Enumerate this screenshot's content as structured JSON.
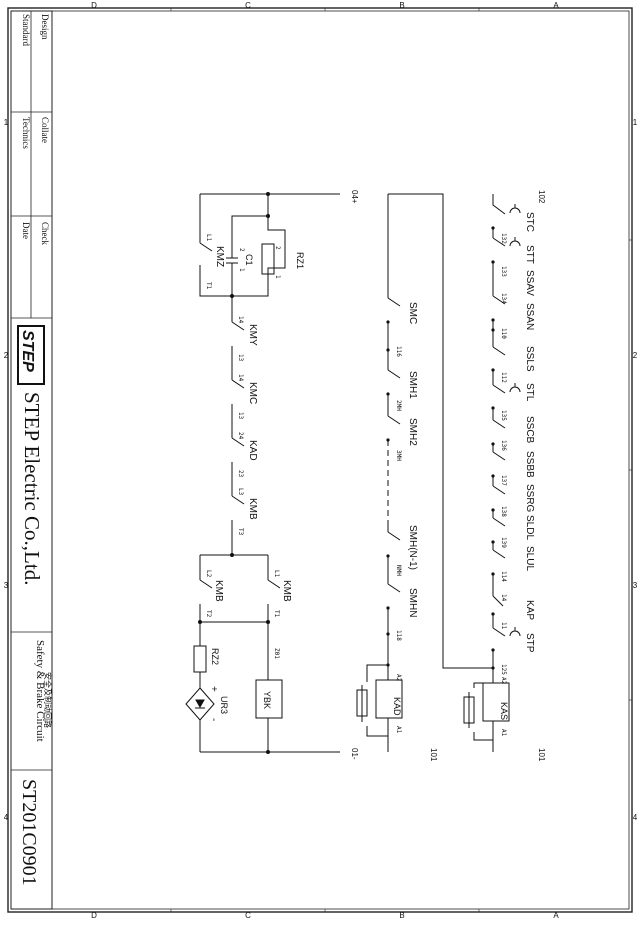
{
  "title_block": {
    "company": "STEP Electric Co.,Ltd.",
    "logo_text": "STEP",
    "drawing_title_en": "Safety & Brake Circuit",
    "drawing_title_cn": "安全及制动回路",
    "drawing_number": "ST201C0901",
    "fields": [
      "Design",
      "Standard",
      "Collate",
      "Technics",
      "Check",
      "Date"
    ]
  },
  "grid": {
    "rows": [
      "D",
      "C",
      "B",
      "A"
    ],
    "cols": [
      "1",
      "2",
      "3",
      "4"
    ]
  },
  "wires": {
    "w102": "102",
    "w101": "101",
    "w04": "04+",
    "w01": "01-",
    "w101b": "101"
  },
  "safety_chain": {
    "elements": [
      "STC",
      "STT",
      "SSAV",
      "SSAN",
      "SSLS",
      "STL",
      "SSCB",
      "SSBB",
      "SSRG",
      "SLDL",
      "SLUL",
      "KAP",
      "STP"
    ],
    "nodes": [
      "132",
      "133",
      "134",
      "110",
      "112",
      "135",
      "136",
      "137",
      "138",
      "139",
      "114",
      "14",
      "11",
      "125",
      "A2",
      "A1"
    ],
    "coil": "KAS"
  },
  "door_chain": {
    "elements": [
      "SMC",
      "SMH1",
      "SMH2",
      "SMH(N-1)",
      "SMHN"
    ],
    "nodes": [
      "116",
      "2MH",
      "3MH",
      "NMH",
      "118",
      "A2",
      "A1"
    ],
    "coil": "KAD"
  },
  "brake_circuit": {
    "contacts": [
      "KMZ",
      "KMY",
      "KMC",
      "KAD",
      "KMB",
      "KMB",
      "KMB"
    ],
    "terminals": [
      "L1",
      "T1",
      "14",
      "13",
      "24",
      "23",
      "L3",
      "T3",
      "L1",
      "T1",
      "L2",
      "T2"
    ],
    "capacitor": "C1",
    "cap_pins": [
      "2",
      "1"
    ],
    "resistors": [
      "RZ1",
      "RZ2"
    ],
    "res_pins": [
      "2",
      "1"
    ],
    "node": "Z01",
    "brake_coil": "YBK",
    "rectifier": "UR3",
    "plus": "+",
    "minus": "-"
  }
}
